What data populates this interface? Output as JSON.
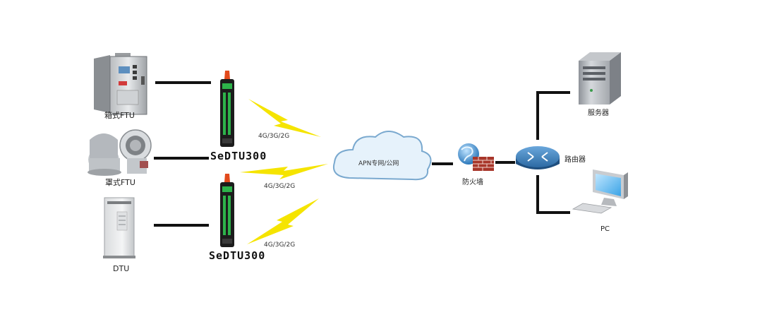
{
  "devices": {
    "box_ftu": "箱式FTU",
    "pole_ftu": "罩式FTU",
    "dtu": "DTU"
  },
  "dtu_units": {
    "top_label": "SeDTU300",
    "bottom_label": "SeDTU300"
  },
  "links": {
    "signal_top": "4G/3G/2G",
    "signal_mid": "4G/3G/2G",
    "signal_bottom": "4G/3G/2G"
  },
  "network": {
    "cloud": "APN专网/公网",
    "firewall": "防火墙",
    "router": "路由器",
    "server": "服务器",
    "pc": "PC"
  },
  "colors": {
    "line": "#111111",
    "bolt": "#f5e400",
    "dtu_body": "#1c1c1c",
    "dtu_green": "#2db34a",
    "cloud_fill": "#e6f2fb",
    "cloud_stroke": "#7aa9cf",
    "router": "#2f6fa8"
  }
}
